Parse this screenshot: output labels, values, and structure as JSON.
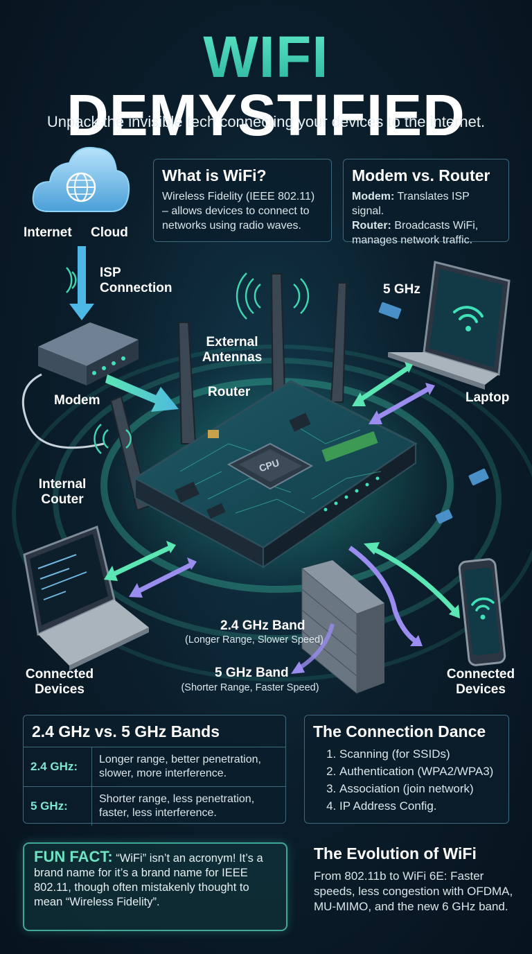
{
  "title": {
    "accent": "WIFI",
    "rest": "DEMYSTIFIED"
  },
  "subtitle": "Unpack the invisible tech connecting your devices to the internet.",
  "what_is": {
    "heading": "What is WiFi?",
    "body": "Wireless Fidelity (IEEE 802.11) – allows devices to connect to networks using radio waves."
  },
  "modem_router": {
    "heading": "Modem vs. Router",
    "modem_key": "Modem:",
    "modem_text": " Translates ISP signal.",
    "router_key": "Router:",
    "router_text": " Broadcasts WiFi, manages network traffic."
  },
  "diagram": {
    "internet_label": "Internet",
    "cloud_label": "Cloud",
    "isp_label": "ISP Connection",
    "modem_label": "Modem",
    "router_label": "Router",
    "antennas_label": "External Antennas",
    "internal_label": "Internal Couter",
    "cpu_label": "CPU",
    "laptop_band": "5 GHz",
    "laptop_label": "Laptop",
    "band24_label": "2.4 GHz Band",
    "band24_sub": "(Longer Range, Slower Speed)",
    "band5_label": "5 GHz Band",
    "band5_sub": "(Shorter Range, Faster Speed)",
    "connected_left": "Connected Devices",
    "connected_right": "Connected Devices"
  },
  "bands_table": {
    "heading": "2.4 GHz vs. 5 GHz Bands",
    "rows": [
      {
        "key": "2.4 GHz:",
        "value": "Longer range, better penetration, slower, more interference."
      },
      {
        "key": "5 GHz:",
        "value": "Shorter range, less penetration, faster, less interference."
      }
    ]
  },
  "connection_dance": {
    "heading": "The Connection Dance",
    "steps": [
      "Scanning (for SSIDs)",
      "Authentication (WPA2/WPA3)",
      "Association (join network)",
      "IP Address Config."
    ]
  },
  "fun_fact": {
    "label": "FUN FACT:",
    "text": " “WiFi” isn’t an acronym! It’s a brand name for it’s a brand name for IEEE 802.11, though often mistakenly thought to mean “Wireless Fidelity”."
  },
  "evolution": {
    "heading": "The Evolution of WiFi",
    "body": "From 802.11b to WiFi 6E: Faster speeds, less congestion with OFDMA, MU-MIMO, and the new 6 GHz band."
  },
  "colors": {
    "accent": "#5ee7c6",
    "arrow_green": "#5be6b4",
    "arrow_purple": "#9b8cf0",
    "border": "#3e6a7c"
  }
}
